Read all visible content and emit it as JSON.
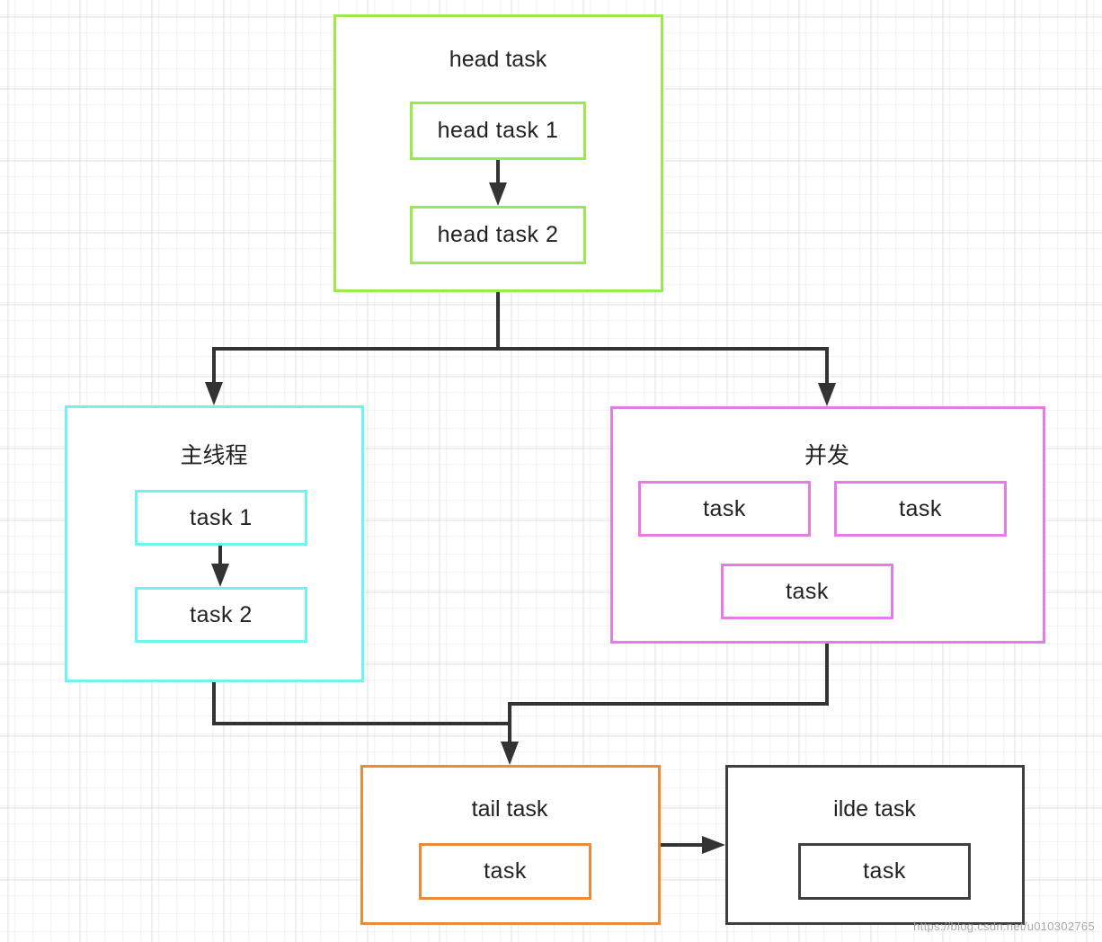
{
  "head_group": {
    "title": "head task",
    "items": [
      "head task 1",
      "head task 2"
    ]
  },
  "main_thread_group": {
    "title": "主线程",
    "items": [
      "task 1",
      "task 2"
    ]
  },
  "concurrent_group": {
    "title": "并发",
    "items": [
      "task",
      "task",
      "task"
    ]
  },
  "tail_group": {
    "title": "tail task",
    "items": [
      "task"
    ]
  },
  "idle_group": {
    "title": "ilde task",
    "items": [
      "task"
    ]
  },
  "colors": {
    "head": "#9aea4f",
    "main_thread": "#6ff2f2",
    "concurrent": "#e57be7",
    "tail": "#e88c3c",
    "idle": "#3f3f3f",
    "connector": "#333333"
  },
  "watermark": "https://blog.csdn.net/u010302765"
}
